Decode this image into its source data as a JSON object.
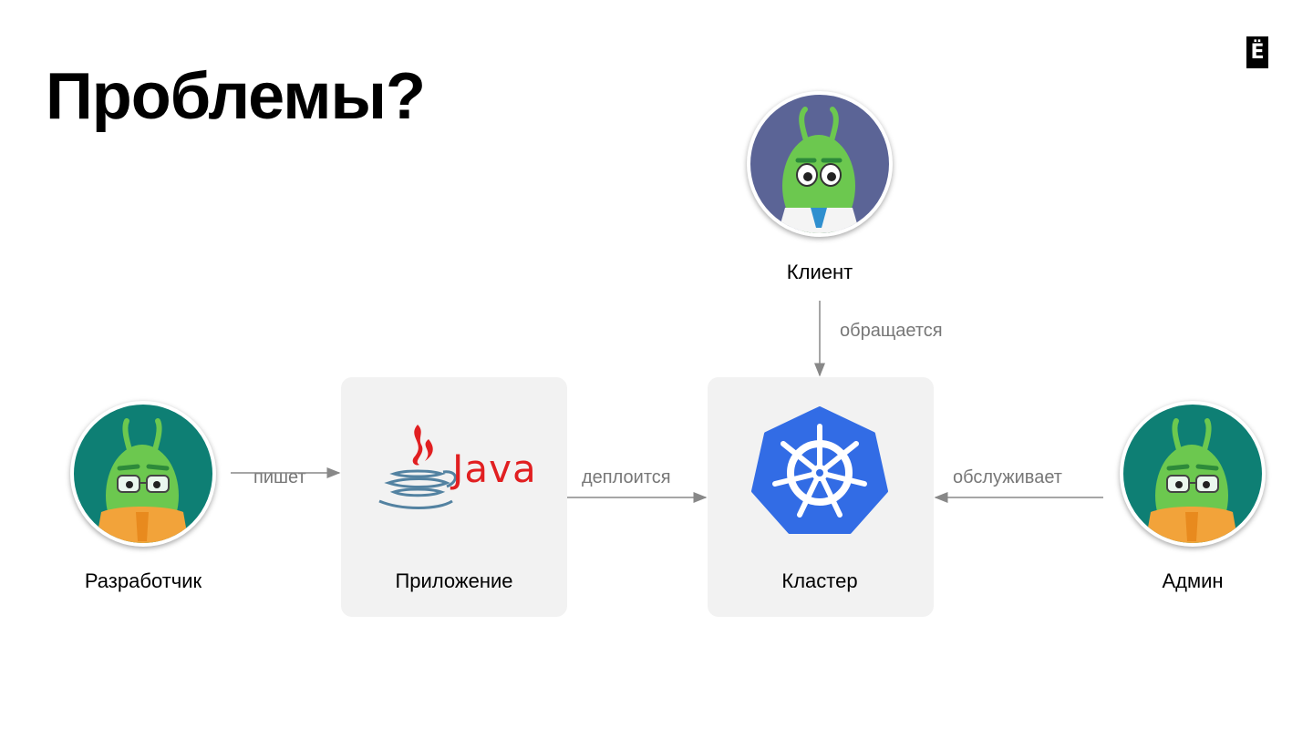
{
  "slide": {
    "title": "Проблемы?",
    "logo_glyph": "Ё"
  },
  "actors": {
    "client": "Клиент",
    "developer": "Разработчик",
    "admin": "Админ"
  },
  "nodes": {
    "application": "Приложение",
    "cluster": "Кластер",
    "java_logo_text": "Java"
  },
  "edges": {
    "writes": "пишет",
    "deploys": "деплоится",
    "accesses": "обращается",
    "maintains": "обслуживает"
  },
  "colors": {
    "box_bg": "#f2f2f2",
    "edge_text": "#777777",
    "arrow": "#888888",
    "k8s_blue": "#326ce5",
    "java_red": "#e11f21",
    "java_blue": "#5382a1",
    "client_bg": "#5b6496",
    "dev_bg": "#0e7f74",
    "creature_green": "#6cc84f"
  },
  "icons": {
    "brand": "logo-yo-icon",
    "java": "java-logo-icon",
    "kubernetes": "kubernetes-logo-icon"
  }
}
